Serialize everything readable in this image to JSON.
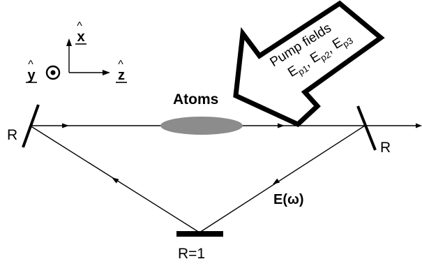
{
  "axes": {
    "x_label": "x",
    "y_label": "y",
    "z_label": "z"
  },
  "labels": {
    "atoms": "Atoms",
    "mirror_left": "R",
    "mirror_right": "R",
    "mirror_bottom": "R=1",
    "field": "E(ω)"
  },
  "pump": {
    "line1": "Pump fields",
    "line2_prefix": "E",
    "p1_sub": "p1",
    "sep1": ", E",
    "p2_sub": "p2",
    "sep2": ", E",
    "p3_sub": "p3"
  },
  "colors": {
    "line": "#000000",
    "atoms": "#8c8c8c",
    "background": "#ffffff"
  },
  "icons": {
    "y_axis": "dot-in-circle-icon",
    "x_axis": "arrow-up-icon",
    "z_axis": "arrow-right-icon"
  }
}
